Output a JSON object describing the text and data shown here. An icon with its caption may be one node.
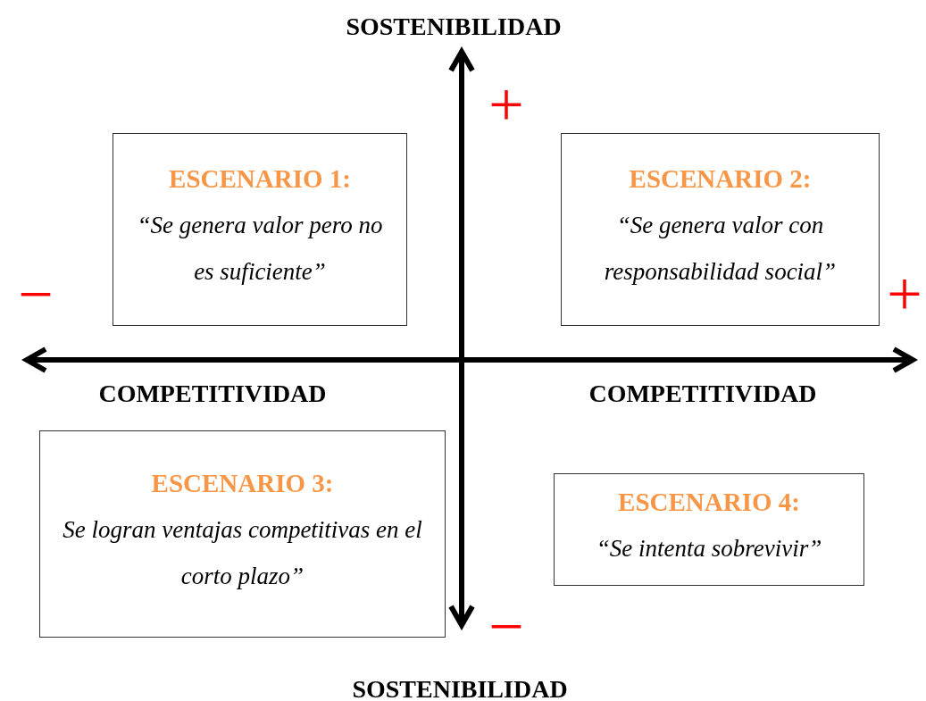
{
  "diagram": {
    "nodes": [
      {
        "text": [
          "ESCENARIO 1:",
          "“Se genera valor pero no es suficiente”"
        ]
      },
      {
        "text": [
          "ESCENARIO 2:",
          "“Se genera valor con responsabilidad social”"
        ]
      },
      {
        "text": [
          "ESCENARIO 3:",
          "Se logran ventajas competitivas en el corto plazo”"
        ]
      },
      {
        "text": [
          "ESCENARIO 4:",
          "“Se intenta sobrevivir”"
        ]
      }
    ],
    "labels": [
      "SOSTENIBILIDAD",
      "+",
      "−",
      "+",
      "COMPETITIVIDAD",
      "COMPETITIVIDAD",
      "−",
      "SOSTENIBILIDAD"
    ]
  }
}
